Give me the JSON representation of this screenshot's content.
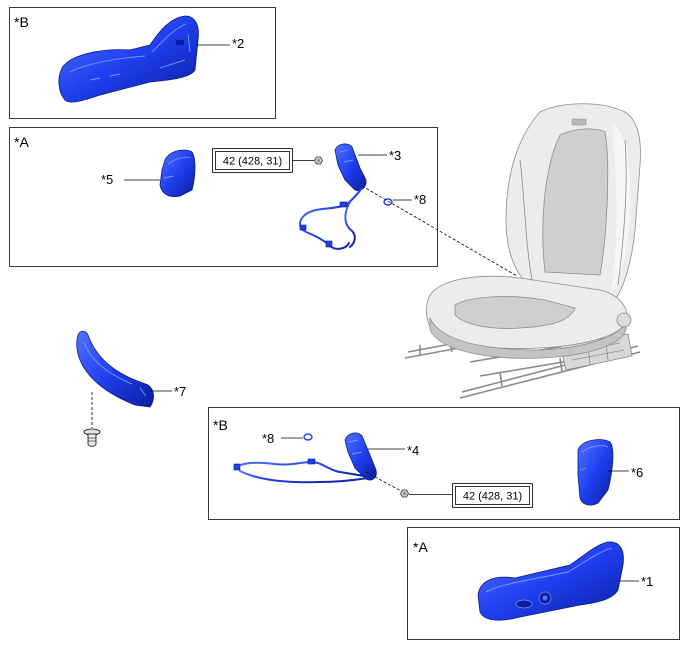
{
  "colors": {
    "part_blue": "#1f3ff0",
    "part_blue_light": "#4f73ff",
    "part_blue_dark": "#0a1d9e",
    "seat_light": "#ececec",
    "seat_mid": "#cfcfcf",
    "panel_border": "#3a3a3a"
  },
  "panel_top_b": {
    "label": "*B",
    "callout_shield": "*2"
  },
  "panel_mid_a": {
    "label": "*A",
    "callout_cover": "*5",
    "torque_spec": "42 (428, 31)",
    "callout_switch": "*3",
    "callout_ring": "*8"
  },
  "loose_parts": {
    "callout_trim": "*7"
  },
  "panel_low_b": {
    "label": "*B",
    "callout_ring": "*8",
    "callout_switch": "*4",
    "torque_spec": "42 (428, 31)",
    "callout_cover": "*6"
  },
  "panel_bottom_a": {
    "label": "*A",
    "callout_shield": "*1"
  }
}
